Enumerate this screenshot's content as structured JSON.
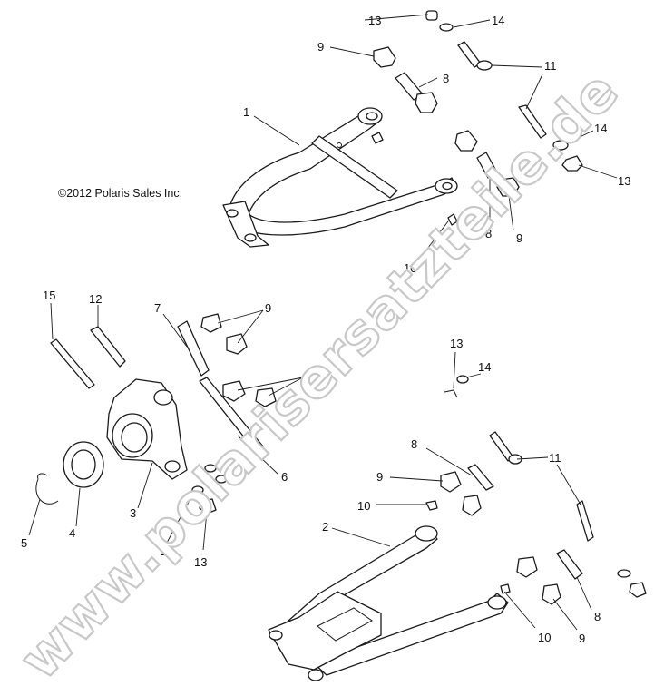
{
  "copyright": "©2012 Polaris Sales Inc.",
  "watermark": "www.polarisersatzteile.de",
  "callouts": [
    "1",
    "2",
    "3",
    "4",
    "5",
    "6",
    "7",
    "8",
    "9",
    "10",
    "11",
    "12",
    "13",
    "14",
    "15"
  ]
}
